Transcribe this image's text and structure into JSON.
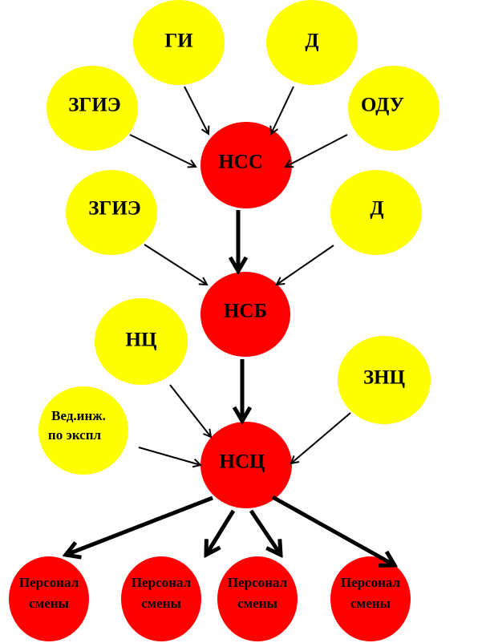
{
  "diagram": {
    "nodes": {
      "gi": "ГИ",
      "d_top": "Д",
      "zgie_top": "ЗГИЭ",
      "odu": "ОДУ",
      "nss": "НСС",
      "zgie_mid": "ЗГИЭ",
      "d_mid": "Д",
      "nsb": "НСБ",
      "nc": "НЦ",
      "znc": "ЗНЦ",
      "ved_line1": "Вед.инж.",
      "ved_line2": "по экспл",
      "nsc": "НСЦ",
      "staff": [
        {
          "line1": "Персонал",
          "line2": "смены"
        },
        {
          "line1": "Персонал",
          "line2": "смены"
        },
        {
          "line1": "Персонал",
          "line2": "смены"
        },
        {
          "line1": "Персонал",
          "line2": "смены"
        }
      ]
    },
    "colors": {
      "subordinate_node": "#ffff00",
      "chain_node": "#ff0000",
      "edge": "#000000"
    }
  }
}
